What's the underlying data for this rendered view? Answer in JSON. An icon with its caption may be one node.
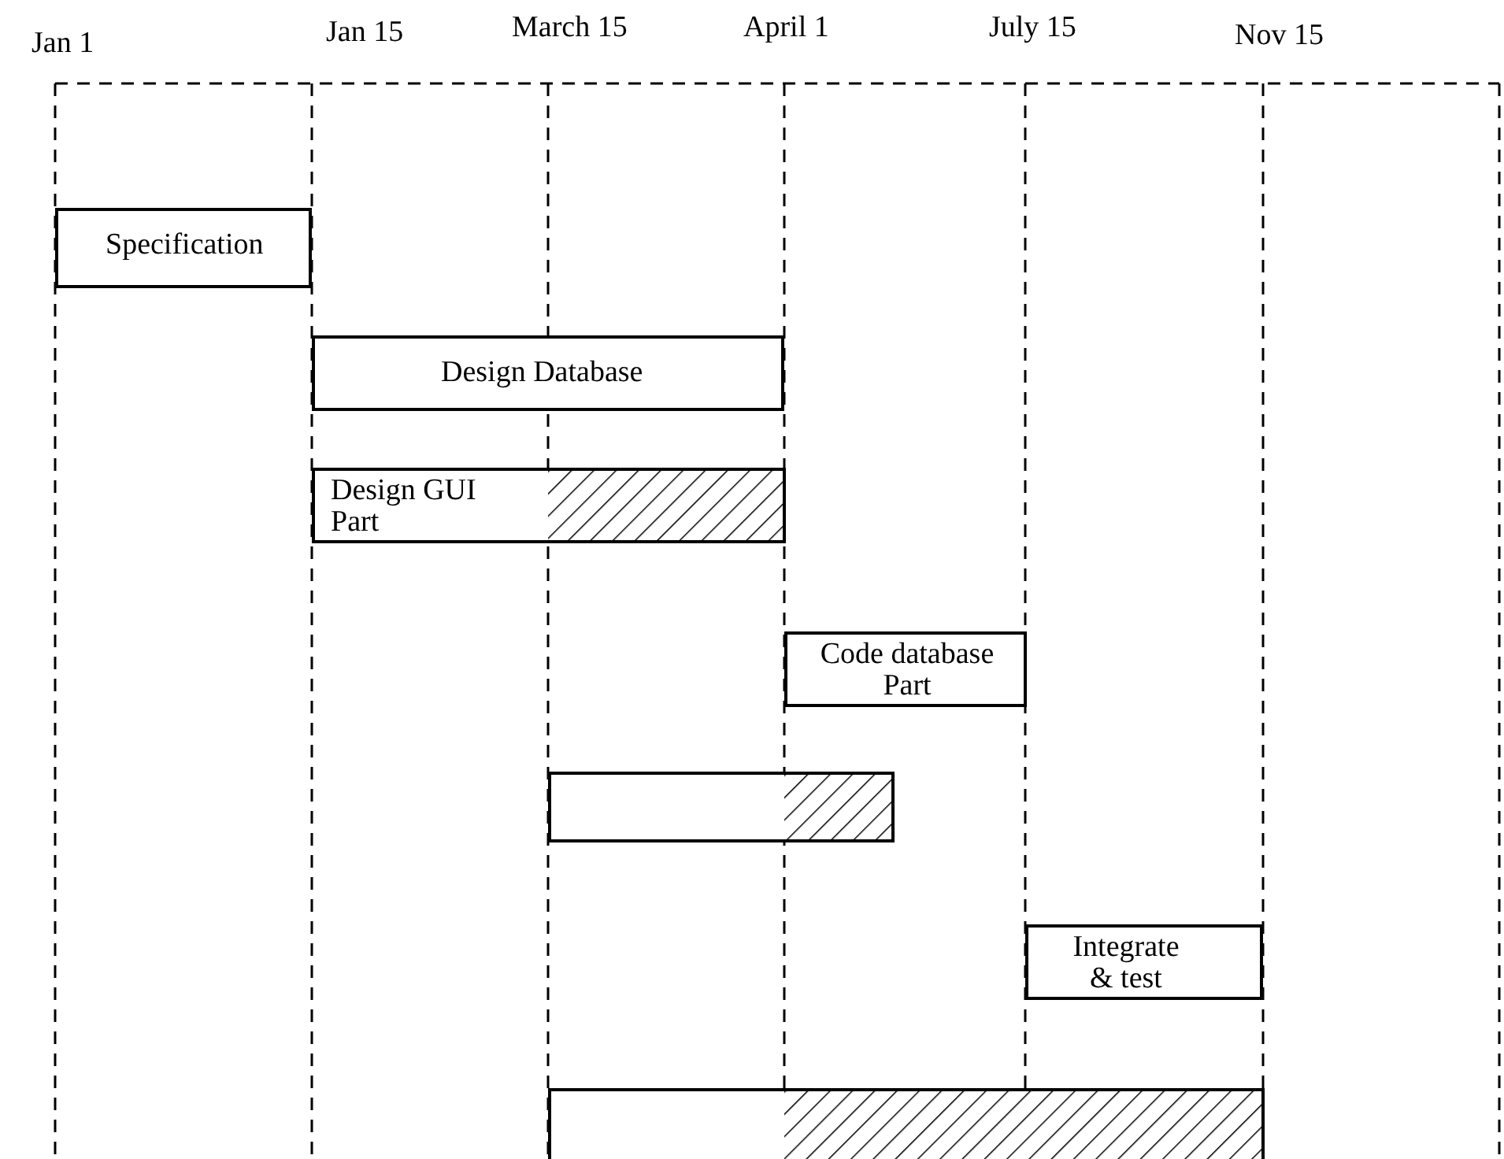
{
  "diagram": {
    "nodes": [
      {
        "text": [
          "Specification"
        ]
      },
      {
        "text": [
          "Design Database"
        ]
      },
      {
        "text": [
          "Design GUI Part"
        ]
      },
      {
        "text": [
          "Code database Part"
        ]
      },
      {
        "text": [],
        "shape": "bar"
      },
      {
        "text": [
          "Integrate & test"
        ]
      },
      {
        "text": [],
        "shape": "bar"
      }
    ],
    "edges": [],
    "labels": [
      "Jan 1",
      "Jan 15",
      "March 15",
      "April 1",
      "July 15",
      "Nov 15"
    ]
  }
}
